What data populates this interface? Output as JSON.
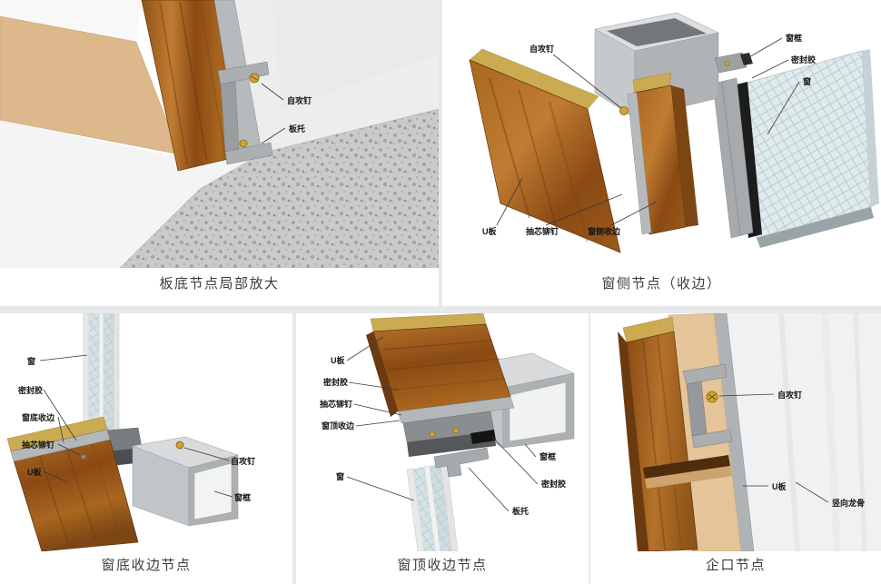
{
  "palette": {
    "wood": "#a9671f",
    "osb_edge": "#cbab51",
    "metal": "#b0b3b5",
    "glass": "#d6e3e6",
    "insulation": "#e4c498",
    "sealant": "#1d1d1d",
    "screw_gold": "#cfa62c",
    "background": "#e7e8ea"
  },
  "panels": [
    {
      "caption": "板底节点局部放大",
      "labels": [
        "自攻钉",
        "板托"
      ]
    },
    {
      "caption": "窗侧节点（收边）",
      "labels": [
        "自攻钉",
        "窗框",
        "密封胶",
        "窗",
        "U板",
        "抽芯铆钉",
        "窗侧收边"
      ]
    },
    {
      "caption": "窗底收边节点",
      "labels": [
        "窗",
        "密封胶",
        "窗底收边",
        "抽芯铆钉",
        "U板",
        "自攻钉",
        "窗框"
      ]
    },
    {
      "caption": "窗顶收边节点",
      "labels": [
        "U板",
        "密封胶",
        "抽芯铆钉",
        "窗顶收边",
        "窗",
        "窗框",
        "密封胶",
        "板托"
      ]
    },
    {
      "caption": "企口节点",
      "labels": [
        "自攻钉",
        "U板",
        "竖向龙骨"
      ]
    }
  ]
}
